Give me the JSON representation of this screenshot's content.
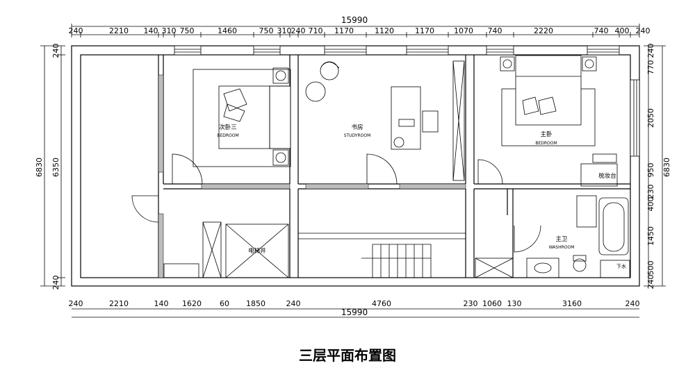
{
  "plan": {
    "title": "三层平面布置图",
    "total_width": "15990",
    "total_depth": "6830",
    "top_dims": [
      "240",
      "2210",
      "140",
      "310",
      "750",
      "1460",
      "750",
      "310",
      "240",
      "710",
      "1170",
      "1120",
      "1170",
      "1070",
      "740",
      "2220",
      "740",
      "400",
      "240"
    ],
    "bottom_dims": [
      "240",
      "2210",
      "140",
      "1620",
      "60",
      "1850",
      "240",
      "4760",
      "230",
      "1060",
      "130",
      "3160",
      "240"
    ],
    "left_dims": [
      "240",
      "6350",
      "240"
    ],
    "right_dims": [
      "240",
      "770",
      "2050",
      "950",
      "230",
      "400",
      "1450",
      "500",
      "240"
    ],
    "rooms": [
      {
        "cn": "次卧三",
        "en": "BEDROOM"
      },
      {
        "cn": "书房",
        "en": "STUDYROOM"
      },
      {
        "cn": "主卧",
        "en": "BEDROOM"
      },
      {
        "cn": "梳妆台",
        "en": ""
      },
      {
        "cn": "主卫",
        "en": "WASHROOM"
      },
      {
        "cn": "电梯井",
        "en": ""
      },
      {
        "cn": "下水",
        "en": ""
      }
    ]
  }
}
